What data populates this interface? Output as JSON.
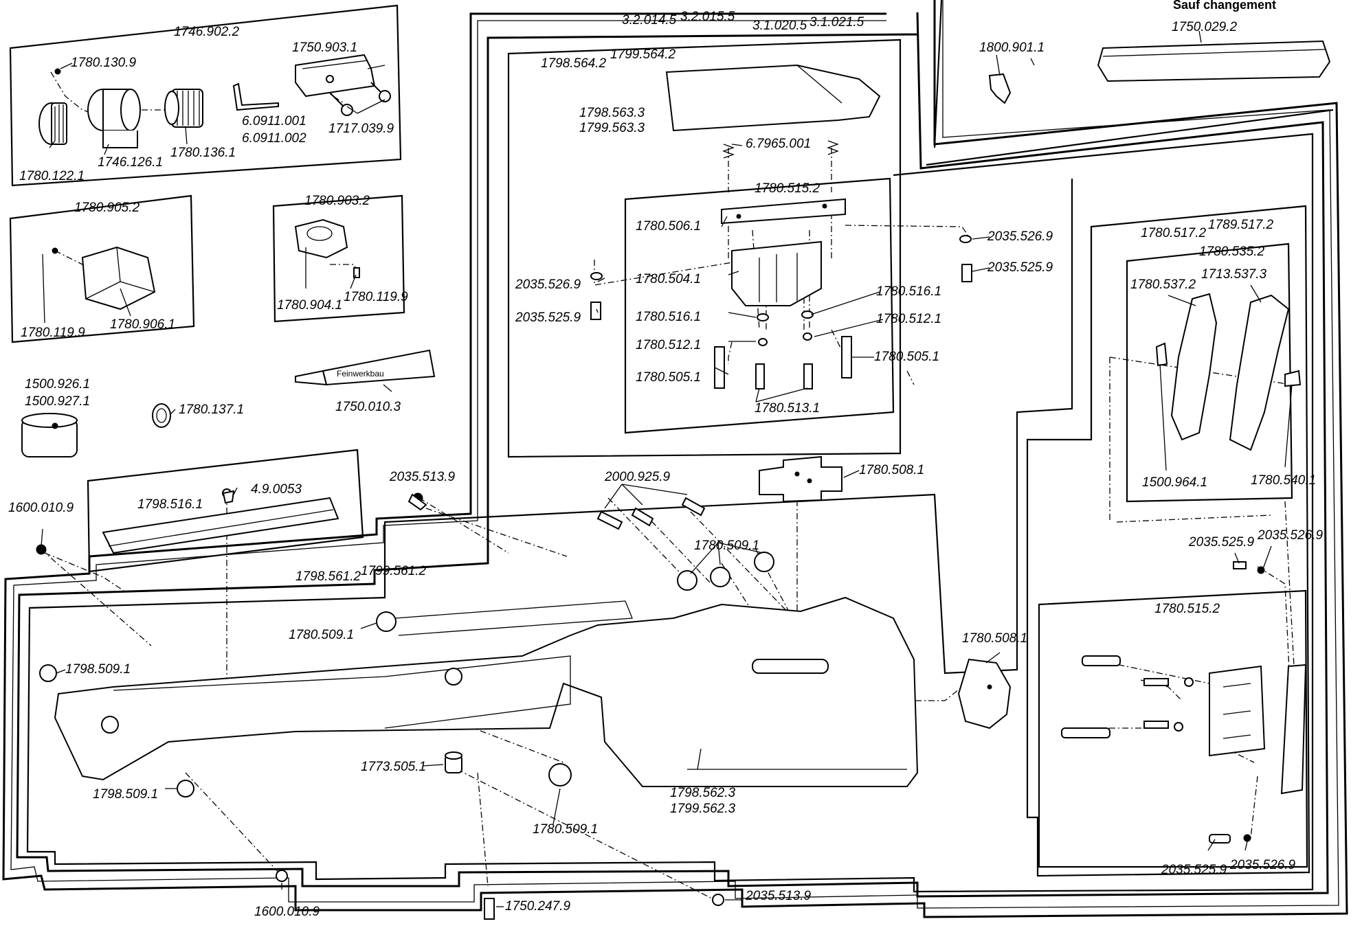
{
  "header_note": "Sauf changement",
  "parts": {
    "p_1746_902_2": "1746.902.2",
    "p_1780_130_9": "1780.130.9",
    "p_1750_903_1": "1750.903.1",
    "p_6_0911_001": "6.0911.001",
    "p_6_0911_002": "6.0911.002",
    "p_1717_039_9": "1717.039.9",
    "p_1780_122_1": "1780.122.1",
    "p_1746_126_1": "1746.126.1",
    "p_1780_136_1": "1780.136.1",
    "p_1780_905_2": "1780.905.2",
    "p_1780_119_9_a": "1780.119.9",
    "p_1780_906_1": "1780.906.1",
    "p_1780_903_2": "1780.903.2",
    "p_1780_904_1": "1780.904.1",
    "p_1780_119_9_b": "1780.119.9",
    "p_1500_926_1": "1500.926.1",
    "p_1500_927_1": "1500.927.1",
    "p_1780_137_1": "1780.137.1",
    "p_1750_010_3": "1750.010.3",
    "p_1600_010_9_a": "1600.010.9",
    "p_1798_516_1": "1798.516.1",
    "p_4_9_0053": "4.9.0053",
    "p_2035_513_9_a": "2035.513.9",
    "p_3_2_014_5": "3.2.014.5",
    "p_3_2_015_5": "3.2.015.5",
    "p_3_1_020_5": "3.1.020.5",
    "p_3_1_021_5": "3.1.021.5",
    "p_1798_564_2": "1798.564.2",
    "p_1799_564_2": "1799.564.2",
    "p_1798_563_3": "1798.563.3",
    "p_1799_563_3": "1799.563.3",
    "p_6_7965_001": "6.7965.001",
    "p_1780_515_2_a": "1780.515.2",
    "p_1780_506_1": "1780.506.1",
    "p_2035_526_9_a": "2035.526.9",
    "p_2035_525_9_a": "2035.525.9",
    "p_2035_526_9_b": "2035.526.9",
    "p_2035_525_9_b": "2035.525.9",
    "p_1780_504_1": "1780.504.1",
    "p_1780_516_1_a": "1780.516.1",
    "p_1780_516_1_b": "1780.516.1",
    "p_1780_512_1_a": "1780.512.1",
    "p_1780_512_1_b": "1780.512.1",
    "p_1780_505_1_a": "1780.505.1",
    "p_1780_505_1_b": "1780.505.1",
    "p_1780_513_1": "1780.513.1",
    "p_1800_901_1": "1800.901.1",
    "p_1750_029_2": "1750.029.2",
    "p_1780_517_2": "1780.517.2",
    "p_1789_517_2": "1789.517.2",
    "p_1780_535_2": "1780.535.2",
    "p_1780_537_2": "1780.537.2",
    "p_1713_537_3": "1713.537.3",
    "p_1500_964_1": "1500.964.1",
    "p_1780_540_1": "1780.540.1",
    "p_2000_925_9": "2000.925.9",
    "p_1780_508_1_a": "1780.508.1",
    "p_1780_509_1_a": "1780.509.1",
    "p_1798_561_2": "1798.561.2",
    "p_1799_561_2": "1799.561.2",
    "p_1780_509_1_b": "1780.509.1",
    "p_1798_509_1_a": "1798.509.1",
    "p_1780_508_1_b": "1780.508.1",
    "p_2035_525_9_c": "2035.525.9",
    "p_2035_526_9_c": "2035.526.9",
    "p_1780_515_2_b": "1780.515.2",
    "p_1798_509_1_b": "1798.509.1",
    "p_1773_505_1": "1773.505.1",
    "p_1780_509_1_c": "1780.509.1",
    "p_1798_562_3": "1798.562.3",
    "p_1799_562_3": "1799.562.3",
    "p_1600_010_9_b": "1600.010.9",
    "p_1750_247_9": "1750.247.9",
    "p_2035_513_9_b": "2035.513.9",
    "p_2035_525_9_d": "2035.525.9",
    "p_2035_526_9_d": "2035.526.9",
    "p_feinwerkbau": "Feinwerkbau"
  }
}
